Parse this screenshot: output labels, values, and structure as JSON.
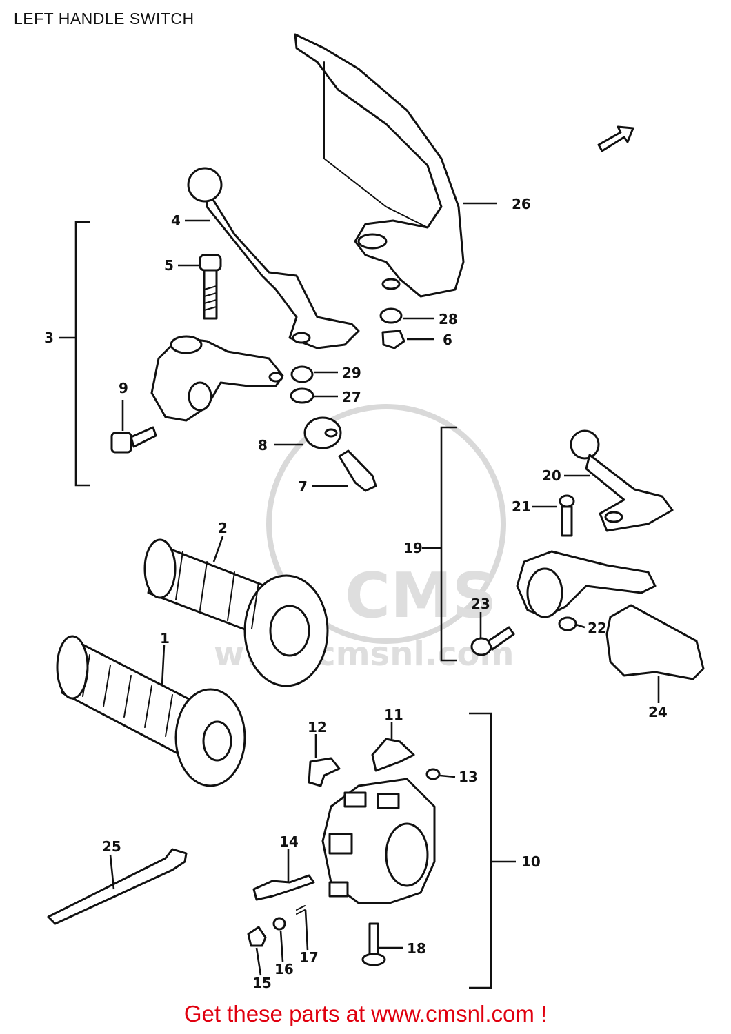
{
  "title": "LEFT HANDLE SWITCH",
  "footer": "Get these parts at www.cmsnl.com !",
  "watermark": {
    "brand": "CMS",
    "url": "www.cmsnl.com",
    "color": "#d9d9d9"
  },
  "colors": {
    "footer": "#e0000f",
    "ink": "#111111"
  },
  "callouts": [
    "1",
    "2",
    "3",
    "4",
    "5",
    "6",
    "7",
    "8",
    "9",
    "10",
    "11",
    "12",
    "13",
    "14",
    "15",
    "16",
    "17",
    "18",
    "19",
    "20",
    "21",
    "22",
    "23",
    "24",
    "25",
    "26",
    "27",
    "28",
    "29"
  ],
  "icons": [
    "direction-arrow-icon"
  ]
}
